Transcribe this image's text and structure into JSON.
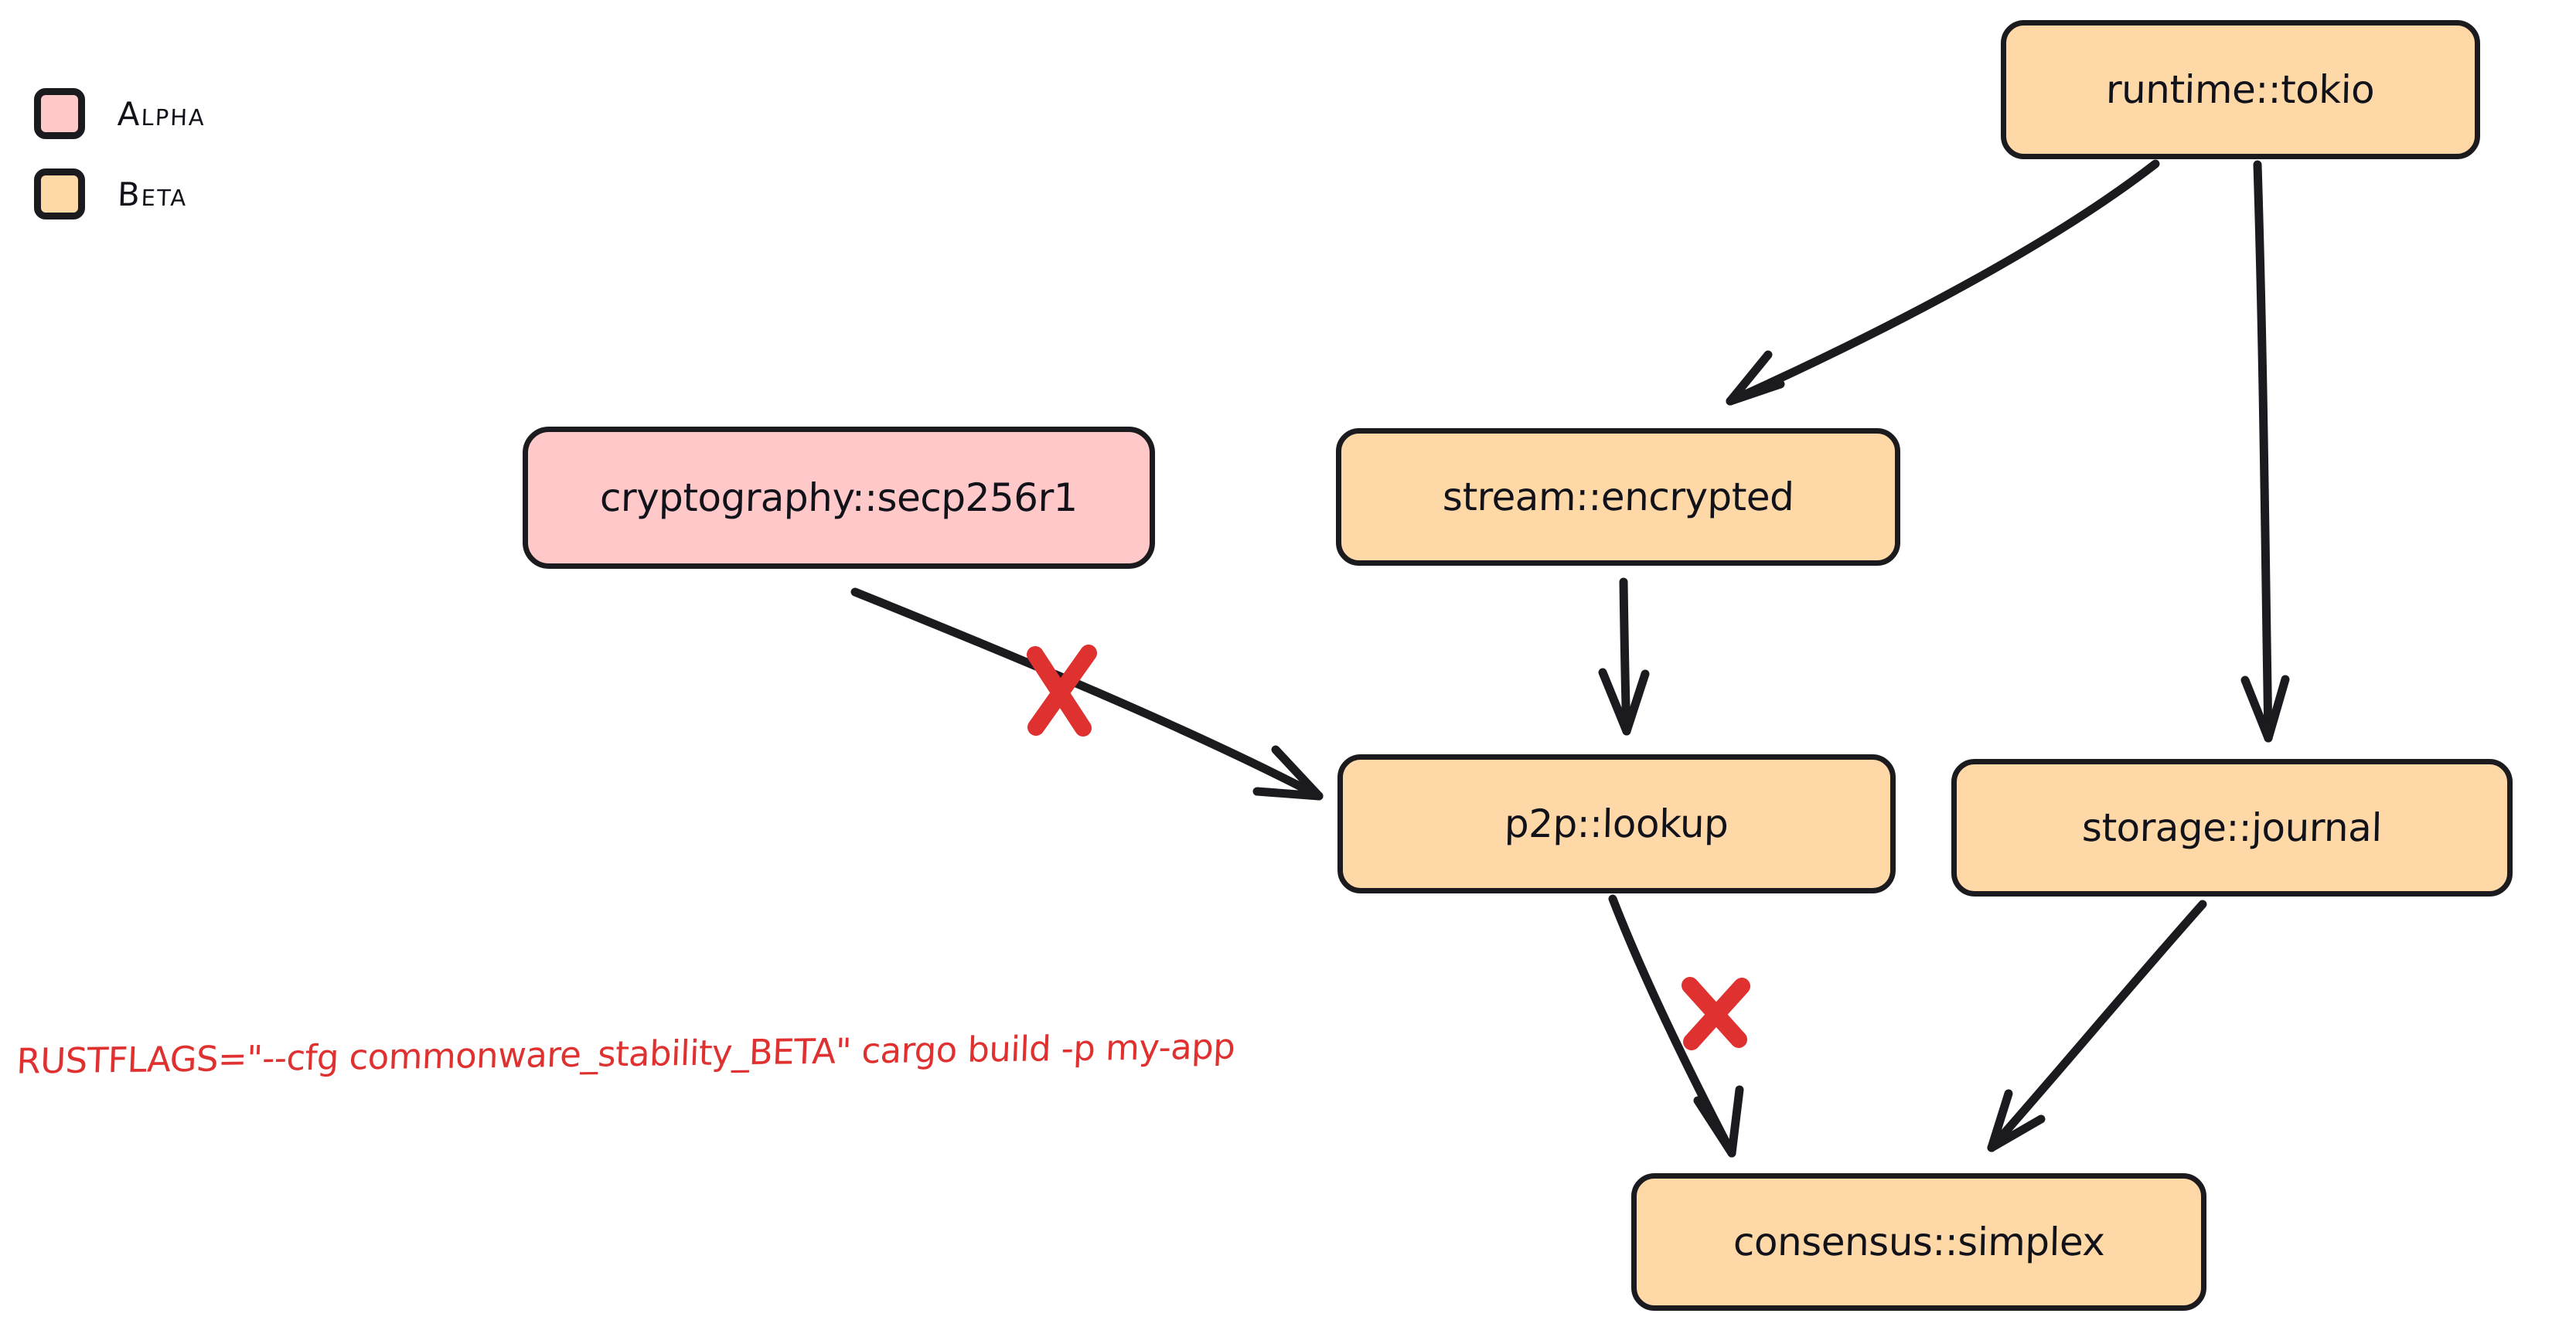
{
  "legend": {
    "items": [
      {
        "label": "Alpha",
        "color": "#ffc9c9",
        "tier": "alpha"
      },
      {
        "label": "Beta",
        "color": "#ffd8a8",
        "tier": "beta"
      }
    ]
  },
  "nodes": [
    {
      "id": "runtime-tokio",
      "label": "runtime::tokio",
      "tier": "beta"
    },
    {
      "id": "cryptography-secp256r1",
      "label": "cryptography::secp256r1",
      "tier": "alpha"
    },
    {
      "id": "stream-encrypted",
      "label": "stream::encrypted",
      "tier": "beta"
    },
    {
      "id": "p2p-lookup",
      "label": "p2p::lookup",
      "tier": "beta"
    },
    {
      "id": "storage-journal",
      "label": "storage::journal",
      "tier": "beta"
    },
    {
      "id": "consensus-simplex",
      "label": "consensus::simplex",
      "tier": "beta"
    }
  ],
  "edges": [
    {
      "from": "runtime-tokio",
      "to": "stream-encrypted",
      "blocked": false
    },
    {
      "from": "runtime-tokio",
      "to": "storage-journal",
      "blocked": false
    },
    {
      "from": "stream-encrypted",
      "to": "p2p-lookup",
      "blocked": false
    },
    {
      "from": "cryptography-secp256r1",
      "to": "p2p-lookup",
      "blocked": true
    },
    {
      "from": "p2p-lookup",
      "to": "consensus-simplex",
      "blocked": true
    },
    {
      "from": "storage-journal",
      "to": "consensus-simplex",
      "blocked": false
    }
  ],
  "caption": {
    "text": "RUSTFLAGS=\"--cfg commonware_stability_BETA\" cargo build -p my-app",
    "color": "#e03131"
  },
  "colors": {
    "alpha": "#ffc9c9",
    "beta": "#ffd8a8",
    "stroke": "#1b1b1f",
    "blocked": "#e03131",
    "background": "#ffffff"
  }
}
